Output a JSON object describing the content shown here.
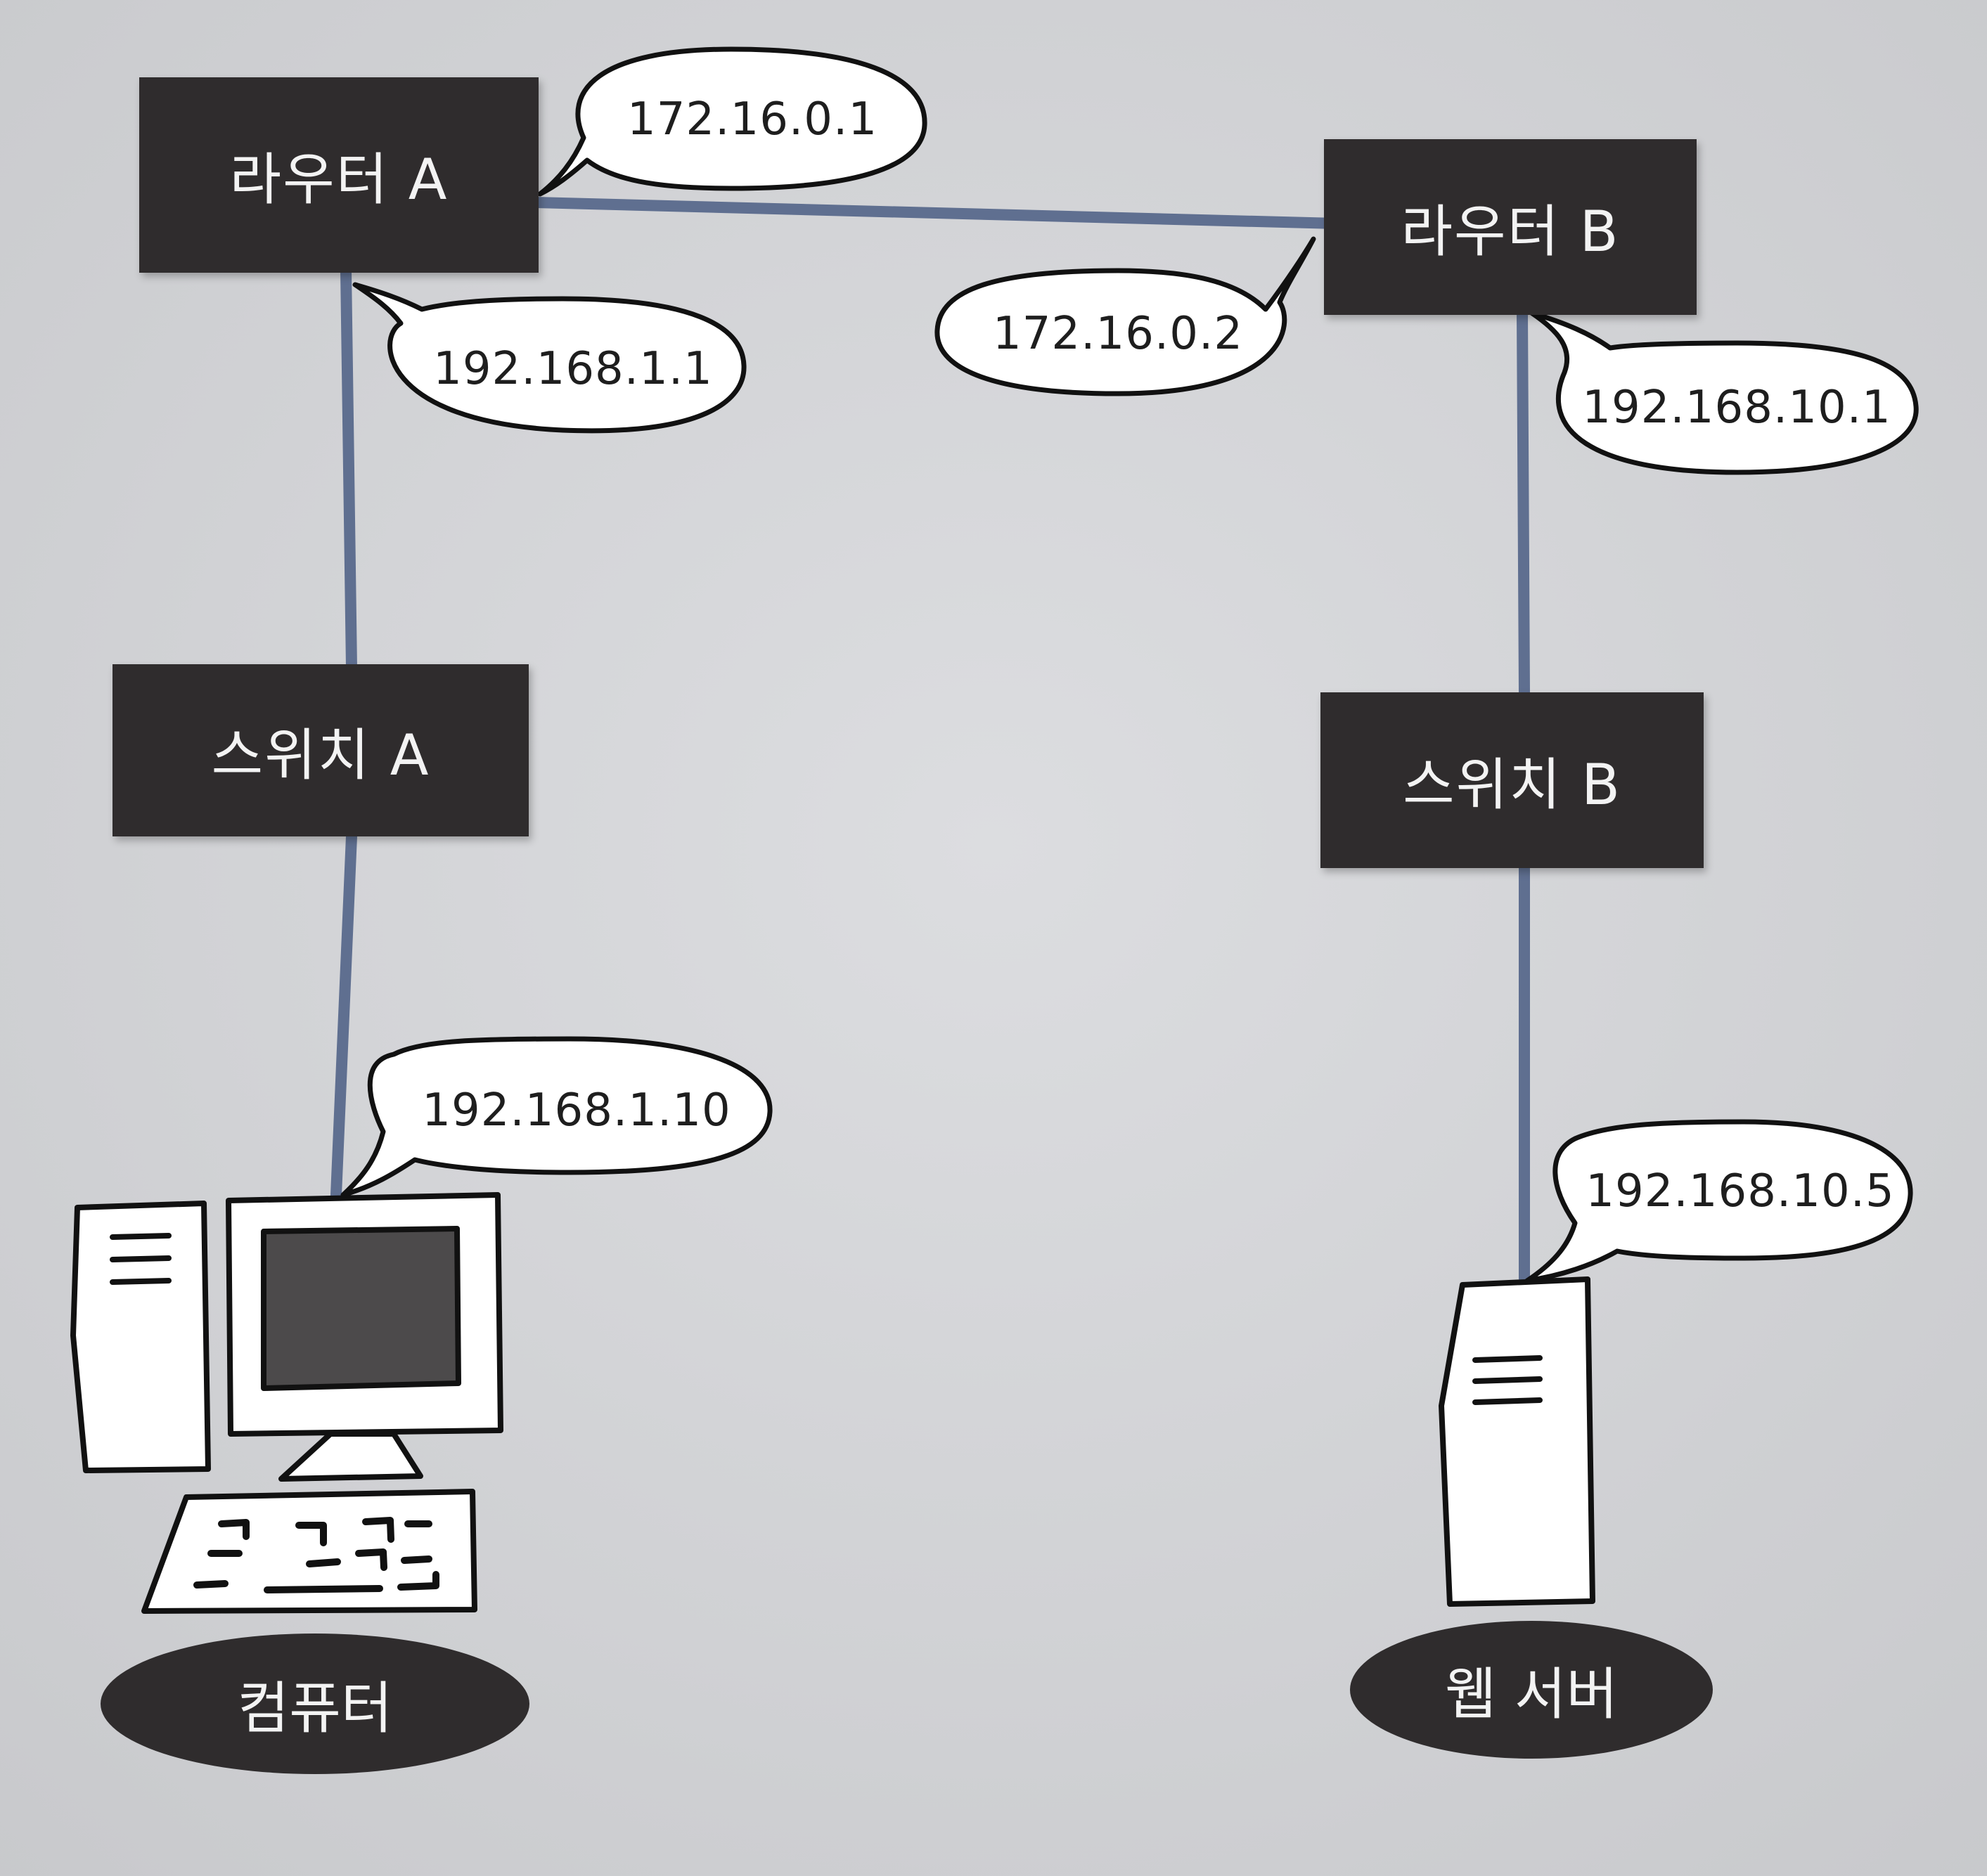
{
  "devices": {
    "router_a": "라우터 A",
    "router_b": "라우터 B",
    "switch_a": "스위치 A",
    "switch_b": "스위치 B"
  },
  "addresses": {
    "router_a_wan": "172.16.0.1",
    "router_a_lan": "192.168.1.1",
    "router_b_wan": "172.16.0.2",
    "router_b_lan": "192.168.10.1",
    "computer": "192.168.1.10",
    "web_server": "192.168.10.5"
  },
  "endpoints": {
    "computer": "컴퓨터",
    "web_server": "웹 서버"
  },
  "colors": {
    "link": "#5f6f90",
    "device_fill": "#2f2c2d",
    "background": "#d2d3d5"
  }
}
